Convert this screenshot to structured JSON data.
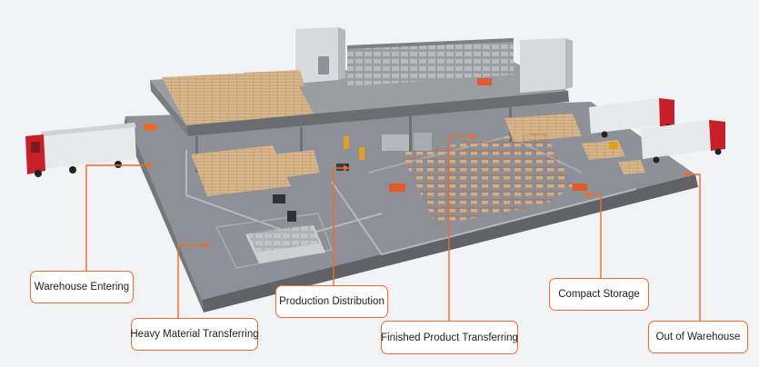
{
  "labels": {
    "warehouse_entering": "Warehouse Entering",
    "heavy_material_transferring": "Heavy Material Transferring",
    "production_distribution": "Production Distribution",
    "finished_product_transferring": "Finished Product Transferring",
    "compact_storage": "Compact Storage",
    "out_of_warehouse": "Out of Warehouse"
  },
  "colors": {
    "accent": "#f26a2e",
    "floor": "#8d9096",
    "floor_dark": "#6f7277",
    "boxes": "#c9a47a",
    "truck_red": "#c8202b",
    "trailer": "#e8e9eb"
  }
}
